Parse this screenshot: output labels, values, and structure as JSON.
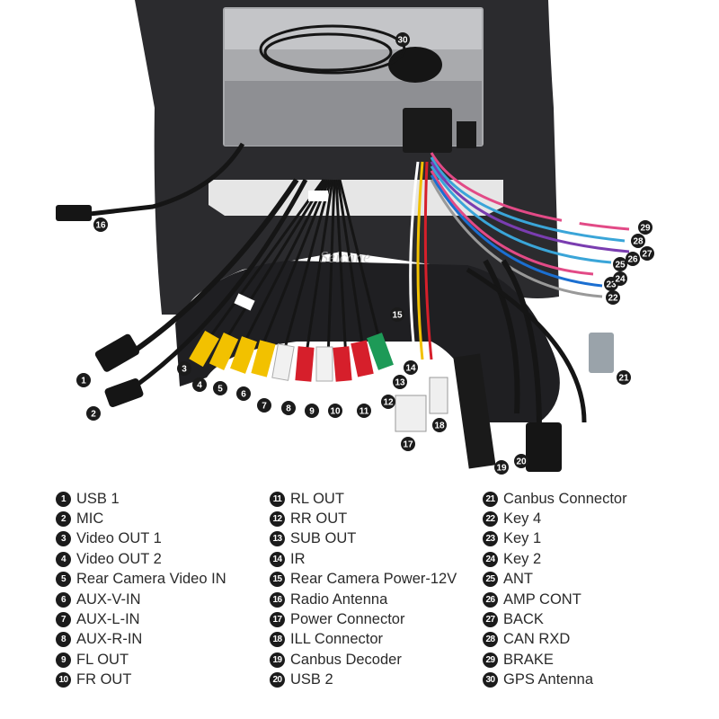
{
  "watermark": "Seicane",
  "legend": {
    "col1": [
      {
        "num": "1",
        "label": "USB 1"
      },
      {
        "num": "2",
        "label": "MIC"
      },
      {
        "num": "3",
        "label": "Video OUT 1"
      },
      {
        "num": "4",
        "label": "Video OUT 2"
      },
      {
        "num": "5",
        "label": "Rear Camera Video IN"
      },
      {
        "num": "6",
        "label": "AUX-V-IN"
      },
      {
        "num": "7",
        "label": "AUX-L-IN"
      },
      {
        "num": "8",
        "label": "AUX-R-IN"
      },
      {
        "num": "9",
        "label": "FL OUT"
      },
      {
        "num": "10",
        "label": "FR OUT"
      }
    ],
    "col2": [
      {
        "num": "11",
        "label": "RL OUT"
      },
      {
        "num": "12",
        "label": "RR OUT"
      },
      {
        "num": "13",
        "label": "SUB OUT"
      },
      {
        "num": "14",
        "label": "IR"
      },
      {
        "num": "15",
        "label": "Rear Camera Power-12V"
      },
      {
        "num": "16",
        "label": "Radio Antenna"
      },
      {
        "num": "17",
        "label": "Power Connector"
      },
      {
        "num": "18",
        "label": "ILL Connector"
      },
      {
        "num": "19",
        "label": "Canbus Decoder"
      },
      {
        "num": "20",
        "label": "USB 2"
      }
    ],
    "col3": [
      {
        "num": "21",
        "label": "Canbus Connector"
      },
      {
        "num": "22",
        "label": "Key 4"
      },
      {
        "num": "23",
        "label": "Key 1"
      },
      {
        "num": "24",
        "label": "Key 2"
      },
      {
        "num": "25",
        "label": "ANT"
      },
      {
        "num": "26",
        "label": "AMP CONT"
      },
      {
        "num": "27",
        "label": "BACK"
      },
      {
        "num": "28",
        "label": "CAN RXD"
      },
      {
        "num": "29",
        "label": "BRAKE"
      },
      {
        "num": "30",
        "label": "GPS Antenna"
      }
    ]
  },
  "callouts": [
    "1",
    "2",
    "3",
    "4",
    "5",
    "6",
    "7",
    "8",
    "9",
    "10",
    "11",
    "12",
    "13",
    "14",
    "15",
    "16",
    "17",
    "18",
    "19",
    "20",
    "21",
    "22",
    "23",
    "24",
    "25",
    "26",
    "27",
    "28",
    "29",
    "30"
  ],
  "colors": {
    "badge": "#1b1b1b",
    "panel": "#2b2b2e",
    "metal": "#a9aaad",
    "rca_yellow": "#f2c100",
    "rca_white": "#f1f1f1",
    "rca_red": "#d61f2b",
    "rca_green": "#1d9a57"
  }
}
